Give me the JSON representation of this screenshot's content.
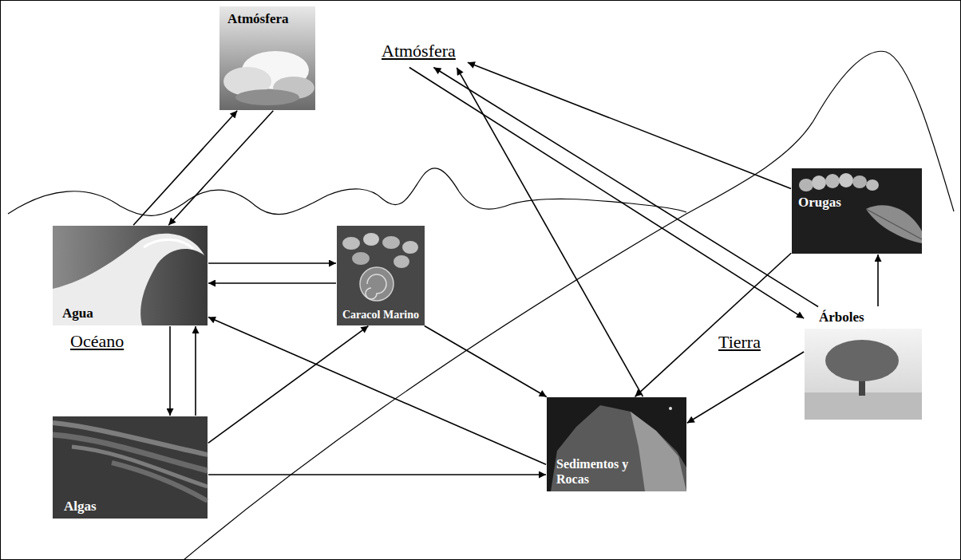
{
  "diagram": {
    "nodes": [
      {
        "text": [
          "Atmósfera"
        ]
      },
      {
        "text": [
          "Atmósfera"
        ]
      },
      {
        "text": [
          "Orugas"
        ]
      },
      {
        "text": [
          "Agua"
        ]
      },
      {
        "text": [
          "Caracol Marino"
        ]
      },
      {
        "text": [
          "Árboles"
        ]
      },
      {
        "text": [
          "Sedimentos y Rocas"
        ]
      },
      {
        "text": [
          "Algas"
        ]
      }
    ],
    "edges": [
      {
        "from": 3,
        "to": 0,
        "arrow": "to"
      },
      {
        "from": 0,
        "to": 3,
        "arrow": "to"
      },
      {
        "from": 3,
        "to": 4,
        "arrow": "to"
      },
      {
        "from": 4,
        "to": 3,
        "arrow": "to"
      },
      {
        "from": 3,
        "to": 7,
        "arrow": "to"
      },
      {
        "from": 7,
        "to": 3,
        "arrow": "to"
      },
      {
        "from": 7,
        "to": 4,
        "arrow": "to"
      },
      {
        "from": 7,
        "to": 6,
        "arrow": "to"
      },
      {
        "from": 4,
        "to": 6,
        "arrow": "to"
      },
      {
        "from": 6,
        "to": 3,
        "arrow": "to"
      },
      {
        "from": 6,
        "to": 1,
        "arrow": "to"
      },
      {
        "from": 2,
        "to": 6,
        "arrow": "to"
      },
      {
        "from": 2,
        "to": 1,
        "arrow": "to"
      },
      {
        "from": 5,
        "to": 1,
        "arrow": "to"
      },
      {
        "from": 1,
        "to": 5,
        "arrow": "to"
      },
      {
        "from": 5,
        "to": 2,
        "arrow": "to"
      },
      {
        "from": 5,
        "to": 6,
        "arrow": "to"
      }
    ],
    "labels": [
      "Océano",
      "Tierra"
    ]
  }
}
